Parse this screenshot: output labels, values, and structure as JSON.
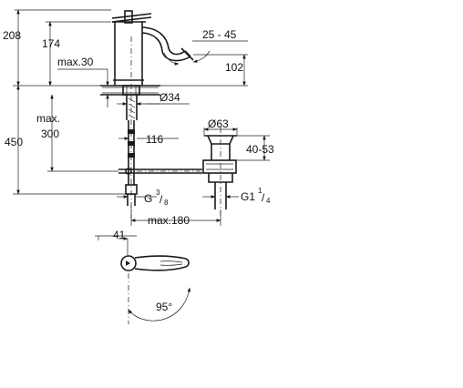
{
  "drawing": {
    "dims": {
      "total_height": "208",
      "spout_height": "174",
      "max_deck": "max.30",
      "spout_angle": "25 - 45",
      "outlet_height": "102",
      "hole_dia": "Ø34",
      "below_deck": "450",
      "max300_a": "max.",
      "max300_b": "300",
      "rod_len": "116",
      "waste_dia": "Ø63",
      "waste_range": "40-53",
      "thread_a": "G",
      "thread_a_num": "3",
      "thread_a_den": "8",
      "thread_b": "G1",
      "thread_b_num": "1",
      "thread_b_den": "4",
      "max_reach": "max.180",
      "plan_offset": "41",
      "rotation": "95°"
    }
  }
}
